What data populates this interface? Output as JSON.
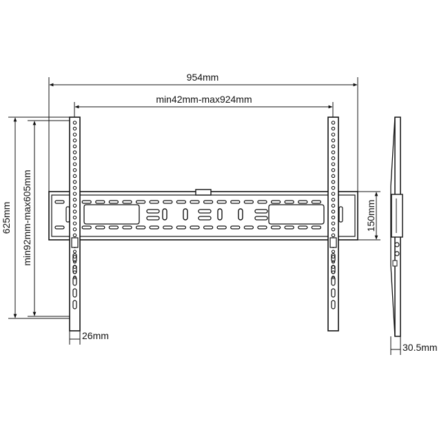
{
  "dimensions": {
    "overall_width": "954mm",
    "arm_spacing": "min42mm-max924mm",
    "overall_height": "625mm",
    "vertical_range": "min92mm-max605mm",
    "arm_width": "26mm",
    "plate_height": "150mm",
    "depth": "30.5mm"
  },
  "colors": {
    "line": "#111111",
    "fill": "#ffffff",
    "background": "#ffffff"
  }
}
